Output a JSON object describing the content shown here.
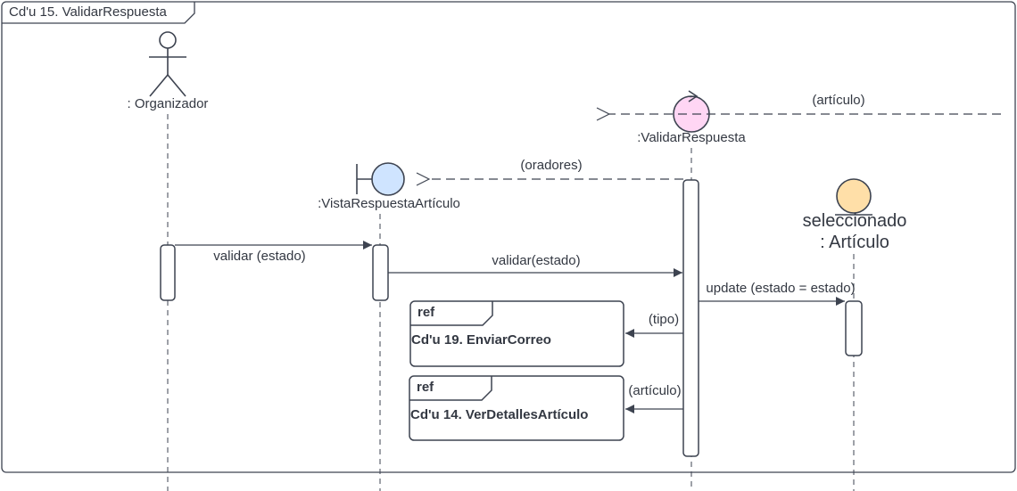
{
  "frame": {
    "title": "Cd'u 15. ValidarRespuesta"
  },
  "lifelines": {
    "organizador": {
      "label": ": Organizador",
      "type": "actor"
    },
    "vista": {
      "label": ":VistaRespuestaArtículo",
      "type": "boundary",
      "color": "#cfe4ff"
    },
    "controller": {
      "label": ":ValidarRespuesta",
      "type": "control",
      "color": "#ffd6f4"
    },
    "entity": {
      "label_line1": "seleccionado",
      "label_line2": ": Artículo",
      "type": "entity",
      "color": "#ffdfa8"
    }
  },
  "messages": {
    "articulo_return": "(artículo)",
    "oradores_return": "(oradores)",
    "validar_1": "validar (estado)",
    "validar_2": "validar(estado)",
    "update": "update (estado = estado)",
    "tipo": "(tipo)",
    "articulo_ref": "(artículo)"
  },
  "refs": [
    {
      "keyword": "ref",
      "title": "Cd'u 19. EnviarCorreo"
    },
    {
      "keyword": "ref",
      "title": "Cd'u 14. VerDetallesArtículo"
    }
  ],
  "colors": {
    "line": "#3d4350",
    "text": "#333842"
  }
}
